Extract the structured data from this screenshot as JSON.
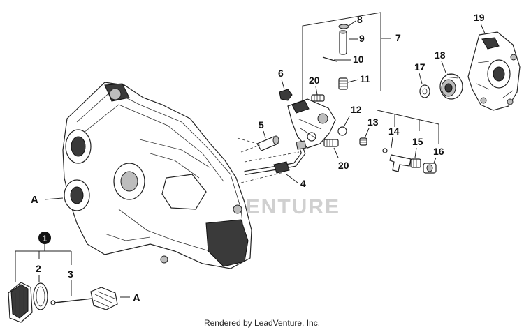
{
  "watermark": "LEADVENTURE",
  "credit": "Rendered by LeadVenture, Inc.",
  "kit_marker": "1",
  "ref_label": "A",
  "callouts": {
    "c2": "2",
    "c3": "3",
    "c4": "4",
    "c5": "5",
    "c6": "6",
    "c7": "7",
    "c8": "8",
    "c9": "9",
    "c10": "10",
    "c11": "11",
    "c12": "12",
    "c13": "13",
    "c14": "14",
    "c15": "15",
    "c16": "16",
    "c17": "17",
    "c18": "18",
    "c19": "19",
    "c20a": "20",
    "c20b": "20"
  }
}
